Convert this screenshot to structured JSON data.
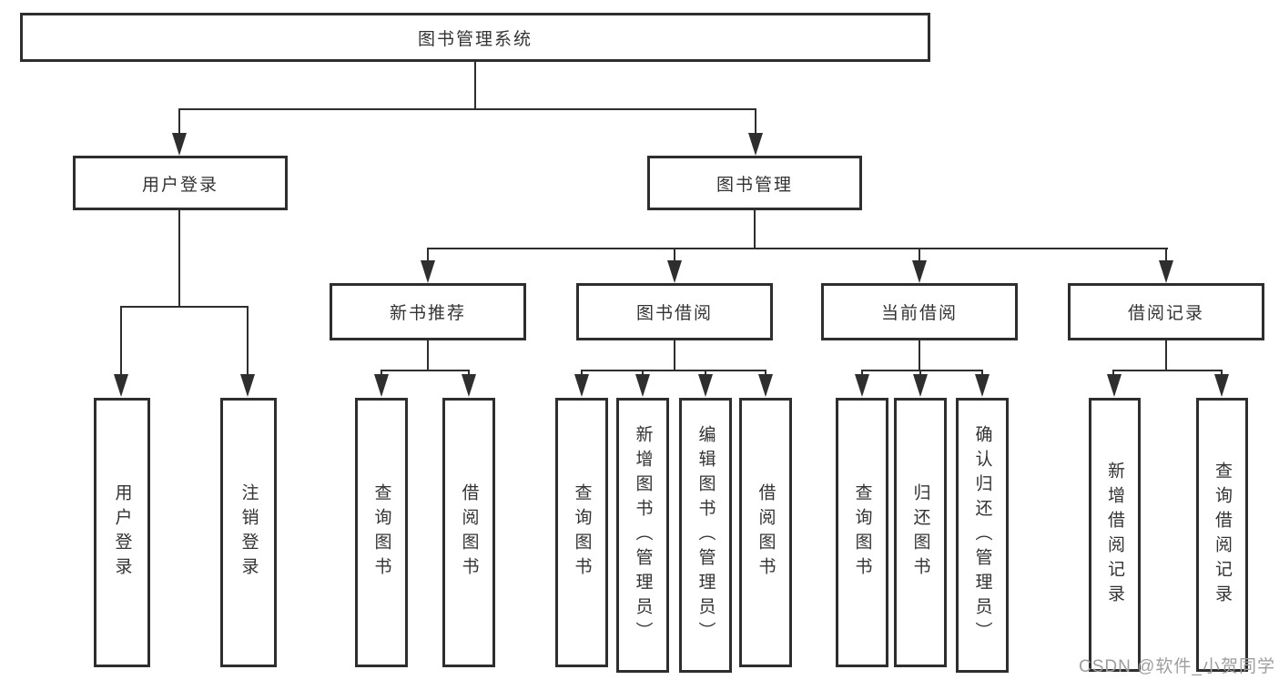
{
  "diagram": {
    "root": {
      "label": "图书管理系统"
    },
    "login": {
      "label": "用户登录",
      "children": {
        "login": "用户登录",
        "logout": "注销登录"
      }
    },
    "mgmt": {
      "label": "图书管理",
      "rec": {
        "label": "新书推荐",
        "children": {
          "query": "查询图书",
          "borrow": "借阅图书"
        }
      },
      "borrow": {
        "label": "图书借阅",
        "children": {
          "query": "查询图书",
          "add": "新增图书（管理员）",
          "edit": "编辑图书（管理员）",
          "borrow": "借阅图书"
        }
      },
      "current": {
        "label": "当前借阅",
        "children": {
          "query": "查询图书",
          "return": "归还图书",
          "confirm": "确认归还（管理员）"
        }
      },
      "records": {
        "label": "借阅记录",
        "children": {
          "add": "新增借阅记录",
          "query": "查询借阅记录"
        }
      }
    }
  },
  "watermark": {
    "text": "CSDN @软件_小贺同学"
  },
  "colors": {
    "line": "#2e2e2e",
    "text": "#333333",
    "watermark": "#9e9e9e",
    "background": "#ffffff"
  }
}
